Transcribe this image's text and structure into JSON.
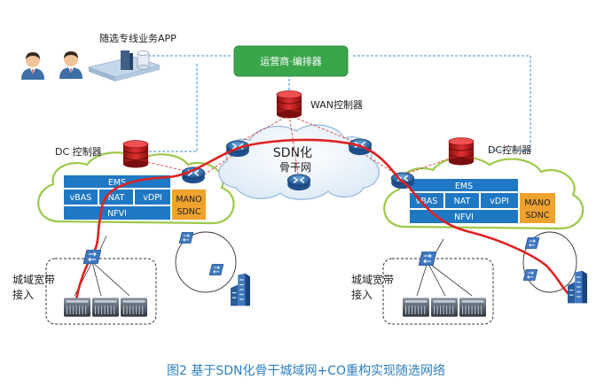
{
  "app_label": "随选专线业务APP",
  "orchestrator_label": "运营商·编排器",
  "wan_controller_label": "WAN控制器",
  "backbone": {
    "line1": "SDN化",
    "line2": "骨干网"
  },
  "dc_left": {
    "controller_label": "DC 控制器",
    "ems": "EMS",
    "vnfs": [
      "vBAS",
      "NAT",
      "vDPI"
    ],
    "nfvi": "NFVI",
    "mano_line1": "MANO",
    "mano_line2": "SDNC"
  },
  "dc_right": {
    "controller_label": "DC控制器",
    "ems": "EMS",
    "vnfs": [
      "vBAS",
      "NAT",
      "vDPI"
    ],
    "nfvi": "NFVI",
    "mano_line1": "MANO",
    "mano_line2": "SDNC"
  },
  "access_left": {
    "line1": "城域宽带",
    "line2": "接入"
  },
  "access_right": {
    "line1": "城域宽带",
    "line2": "接入"
  },
  "caption": "图2  基于SDN化骨干城域网+CO重构实现随选网络",
  "colors": {
    "orchestrator": "#3aa64b",
    "vnf_blue": "#1f78c4",
    "mano_orange": "#f0a22e",
    "cloud_stroke": "#9cc94a",
    "red_path": "#e02020",
    "dashed_blue": "#3b8fd6",
    "caption": "#2d7fc1"
  },
  "icons": [
    "user-icon",
    "server-icon",
    "database-icon",
    "router-icon",
    "switch-icon",
    "olt-icon",
    "building-icon"
  ]
}
